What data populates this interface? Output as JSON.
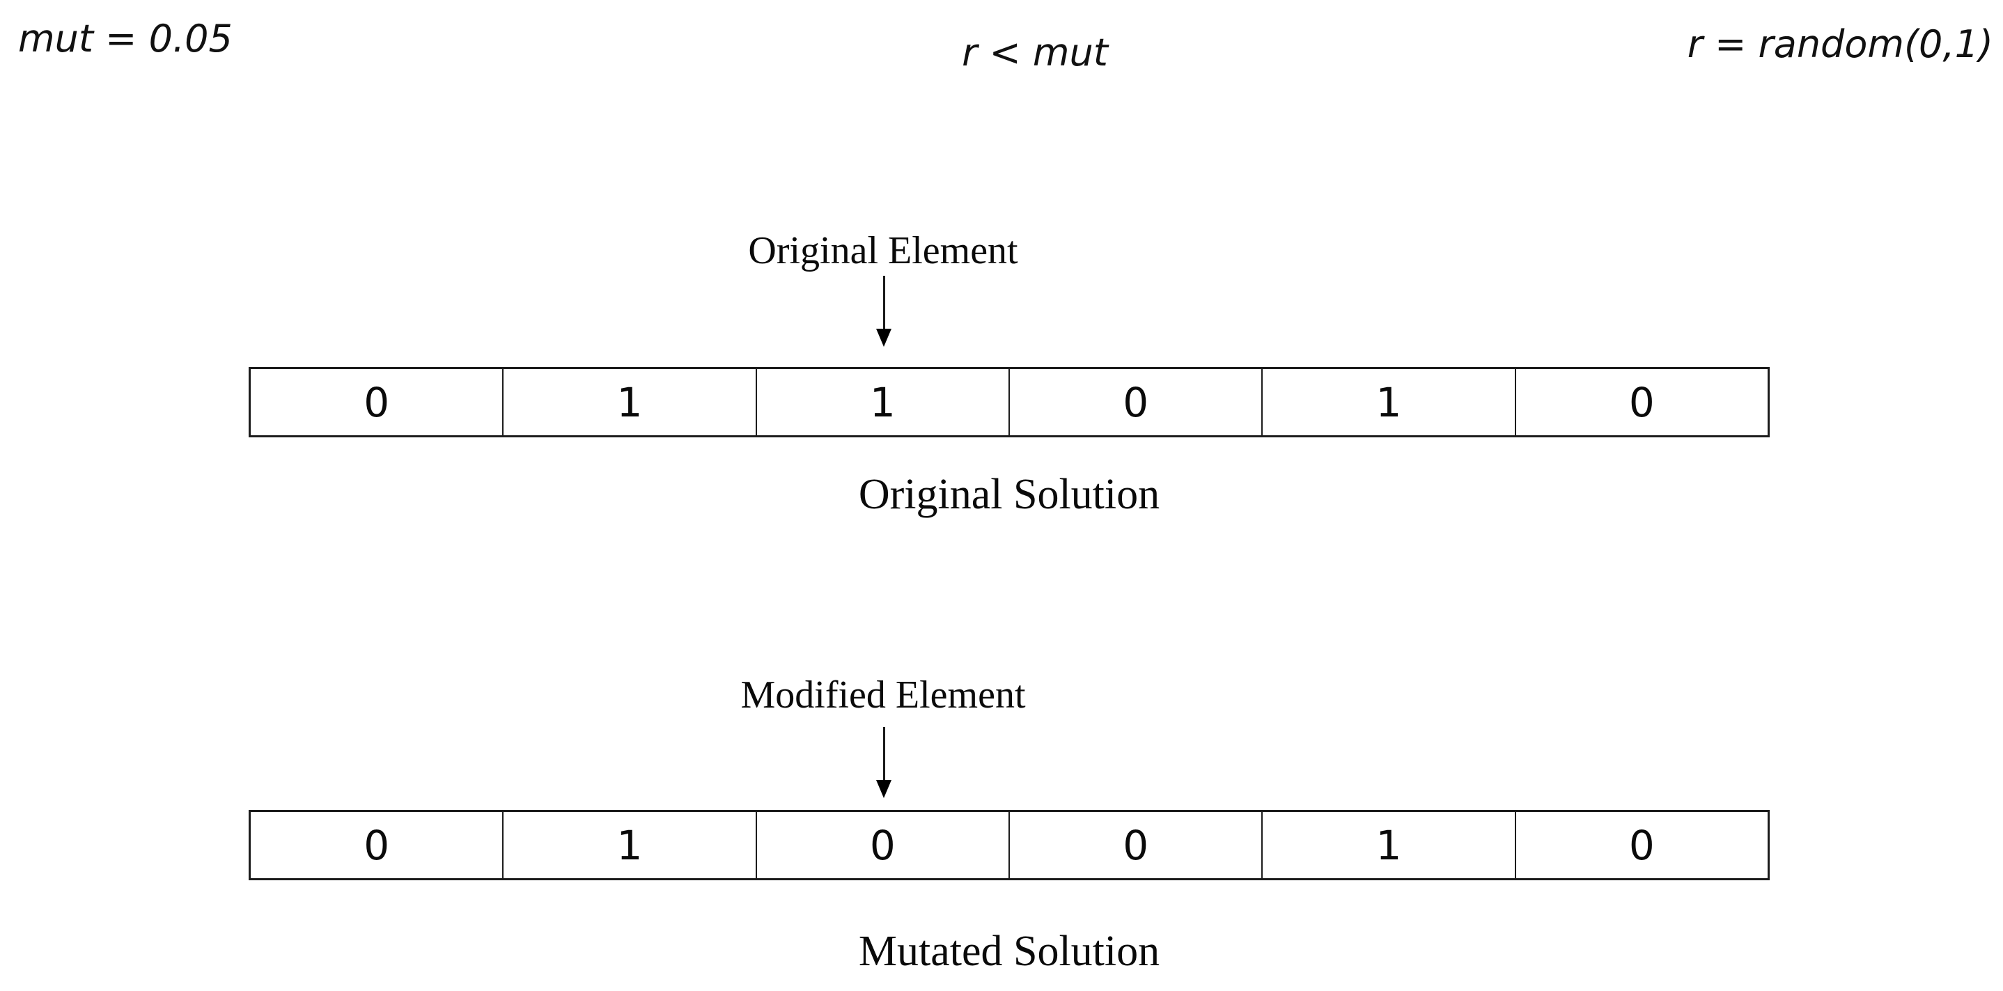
{
  "formulas": {
    "mutation_rate": "mut = 0.05",
    "condition": "r < mut",
    "random": "r = random(0,1)"
  },
  "original": {
    "pointer_label": "Original Element",
    "cells": [
      "0",
      "1",
      "1",
      "0",
      "1",
      "0"
    ],
    "caption": "Original Solution",
    "pointed_cell_index": 2
  },
  "mutated": {
    "pointer_label": "Modified Element",
    "cells": [
      "0",
      "1",
      "0",
      "0",
      "1",
      "0"
    ],
    "caption": "Mutated Solution",
    "pointed_cell_index": 2
  },
  "colors": {
    "text": "#0a0a0a",
    "border": "#1c1c1c",
    "background": "#ffffff"
  }
}
